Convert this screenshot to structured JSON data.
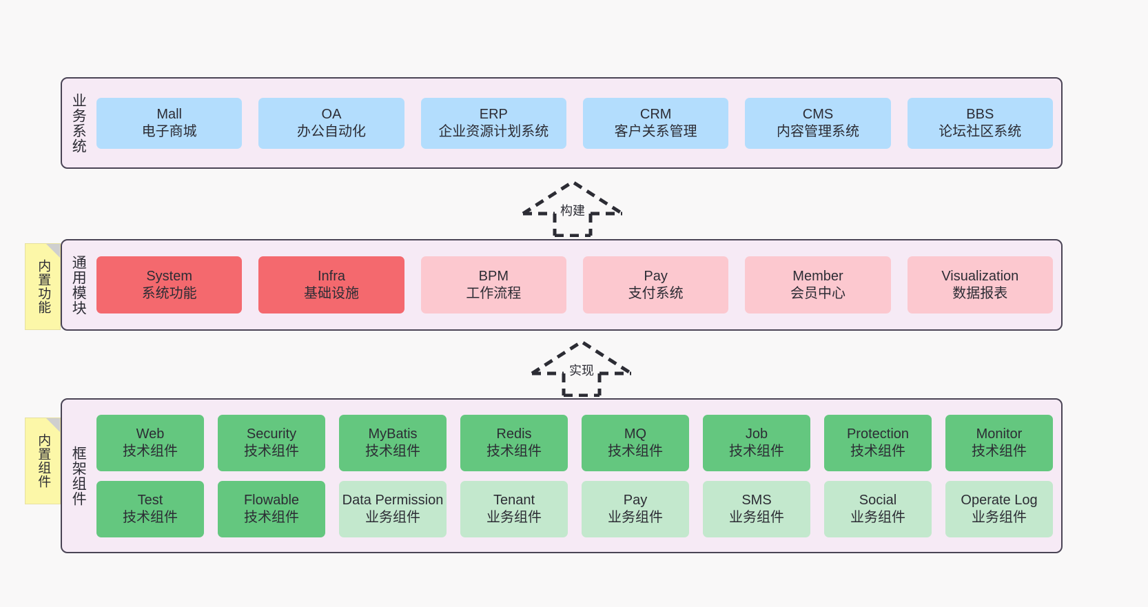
{
  "diagram": {
    "background": "#f9f8f8",
    "layers": [
      {
        "id": "business",
        "title": "业务系统",
        "rows": [
          {
            "cards": [
              {
                "en": "Mall",
                "cn": "电子商城",
                "color": "#b3ddfd"
              },
              {
                "en": "OA",
                "cn": "办公自动化",
                "color": "#b3ddfd"
              },
              {
                "en": "ERP",
                "cn": "企业资源计划系统",
                "color": "#b3ddfd"
              },
              {
                "en": "CRM",
                "cn": "客户关系管理",
                "color": "#b3ddfd"
              },
              {
                "en": "CMS",
                "cn": "内容管理系统",
                "color": "#b3ddfd"
              },
              {
                "en": "BBS",
                "cn": "论坛社区系统",
                "color": "#b3ddfd"
              }
            ]
          }
        ]
      },
      {
        "id": "modules",
        "title": "通用模块",
        "sticky": "内置功能",
        "rows": [
          {
            "cards": [
              {
                "en": "System",
                "cn": "系统功能",
                "color": "#f4696e"
              },
              {
                "en": "Infra",
                "cn": "基础设施",
                "color": "#f4696e"
              },
              {
                "en": "BPM",
                "cn": "工作流程",
                "color": "#fcc8cf"
              },
              {
                "en": "Pay",
                "cn": "支付系统",
                "color": "#fcc8cf"
              },
              {
                "en": "Member",
                "cn": "会员中心",
                "color": "#fcc8cf"
              },
              {
                "en": "Visualization",
                "cn": "数据报表",
                "color": "#fcc8cf"
              }
            ]
          }
        ]
      },
      {
        "id": "framework",
        "title": "框架组件",
        "sticky": "内置组件",
        "rows": [
          {
            "cards": [
              {
                "en": "Web",
                "cn": "技术组件",
                "color": "#64c77f"
              },
              {
                "en": "Security",
                "cn": "技术组件",
                "color": "#64c77f"
              },
              {
                "en": "MyBatis",
                "cn": "技术组件",
                "color": "#64c77f"
              },
              {
                "en": "Redis",
                "cn": "技术组件",
                "color": "#64c77f"
              },
              {
                "en": "MQ",
                "cn": "技术组件",
                "color": "#64c77f"
              },
              {
                "en": "Job",
                "cn": "技术组件",
                "color": "#64c77f"
              },
              {
                "en": "Protection",
                "cn": "技术组件",
                "color": "#64c77f"
              },
              {
                "en": "Monitor",
                "cn": "技术组件",
                "color": "#64c77f"
              }
            ]
          },
          {
            "cards": [
              {
                "en": "Test",
                "cn": "技术组件",
                "color": "#64c77f"
              },
              {
                "en": "Flowable",
                "cn": "技术组件",
                "color": "#64c77f"
              },
              {
                "en": "Data Permission",
                "cn": "业务组件",
                "color": "#c3e8cd"
              },
              {
                "en": "Tenant",
                "cn": "业务组件",
                "color": "#c3e8cd"
              },
              {
                "en": "Pay",
                "cn": "业务组件",
                "color": "#c3e8cd"
              },
              {
                "en": "SMS",
                "cn": "业务组件",
                "color": "#c3e8cd"
              },
              {
                "en": "Social",
                "cn": "业务组件",
                "color": "#c3e8cd"
              },
              {
                "en": "Operate Log",
                "cn": "业务组件",
                "color": "#c3e8cd"
              }
            ]
          }
        ]
      }
    ],
    "arrows": [
      {
        "id": "build",
        "label": "构建",
        "style": "dashed-hollow-up"
      },
      {
        "id": "impl",
        "label": "实现",
        "style": "dashed-hollow-up"
      }
    ]
  }
}
